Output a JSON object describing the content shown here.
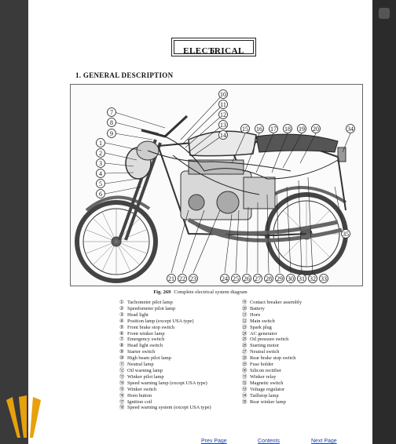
{
  "chapter": {
    "number": "6.",
    "title": "ELECTRICAL"
  },
  "section_title": "1. GENERAL DESCRIPTION",
  "figure": {
    "label": "Fig. 269",
    "caption": "Complete electrical system diagram",
    "callouts": [
      "1",
      "2",
      "3",
      "4",
      "5",
      "6",
      "7",
      "8",
      "9",
      "10",
      "11",
      "12",
      "13",
      "14",
      "15",
      "16",
      "17",
      "18",
      "19",
      "20",
      "21",
      "22",
      "23",
      "24",
      "25",
      "26",
      "27",
      "28",
      "29",
      "30",
      "31",
      "32",
      "33",
      "34",
      "35"
    ]
  },
  "legend_left": [
    {
      "n": "①",
      "t": "Tachometer pilot lamp"
    },
    {
      "n": "②",
      "t": "Speedometer pilot lamp"
    },
    {
      "n": "③",
      "t": "Head light"
    },
    {
      "n": "④",
      "t": "Position lamp (except USA type)"
    },
    {
      "n": "⑤",
      "t": "Front brake stop switch"
    },
    {
      "n": "⑥",
      "t": "Front winker lamp"
    },
    {
      "n": "⑦",
      "t": "Emergency switch"
    },
    {
      "n": "⑧",
      "t": "Head light switch"
    },
    {
      "n": "⑨",
      "t": "Starter switch"
    },
    {
      "n": "⑩",
      "t": "High beam pilot lamp"
    },
    {
      "n": "⑪",
      "t": "Neutral lamp"
    },
    {
      "n": "⑫",
      "t": "Oil warning lamp"
    },
    {
      "n": "⑬",
      "t": "Winker pilot lamp"
    },
    {
      "n": "⑭",
      "t": "Speed warning lamp (except USA type)"
    },
    {
      "n": "⑮",
      "t": "Winker switch"
    },
    {
      "n": "⑯",
      "t": "Horn button"
    },
    {
      "n": "⑰",
      "t": "Ignition coil"
    },
    {
      "n": "⑱",
      "t": "Speed warning system (except USA type)"
    }
  ],
  "legend_right": [
    {
      "n": "⑲",
      "t": "Contact breaker assembly"
    },
    {
      "n": "⑳",
      "t": "Battery"
    },
    {
      "n": "㉑",
      "t": "Horn"
    },
    {
      "n": "㉒",
      "t": "Main switch"
    },
    {
      "n": "㉓",
      "t": "Spark plug"
    },
    {
      "n": "㉔",
      "t": "AC generator"
    },
    {
      "n": "㉕",
      "t": "Oil pressure switch"
    },
    {
      "n": "㉖",
      "t": "Starting motor"
    },
    {
      "n": "㉗",
      "t": "Neutral switch"
    },
    {
      "n": "㉘",
      "t": "Rear brake stop switch"
    },
    {
      "n": "㉙",
      "t": "Fuse holder"
    },
    {
      "n": "㉚",
      "t": "Silicon rectifier"
    },
    {
      "n": "㉛",
      "t": "Winker relay"
    },
    {
      "n": "㉜",
      "t": "Magnetic switch"
    },
    {
      "n": "㉝",
      "t": "Voltage regulator"
    },
    {
      "n": "㉞",
      "t": "Taillstop lamp"
    },
    {
      "n": "㉟",
      "t": "Rear winker lamp"
    }
  ],
  "nav": {
    "prev": "Prev Page",
    "contents": "Contents",
    "next": "Next Page"
  },
  "colors": {
    "background": "#3a3a3a",
    "page": "#ffffff",
    "logo": "#e8a10c",
    "link": "#1a3fb0"
  }
}
